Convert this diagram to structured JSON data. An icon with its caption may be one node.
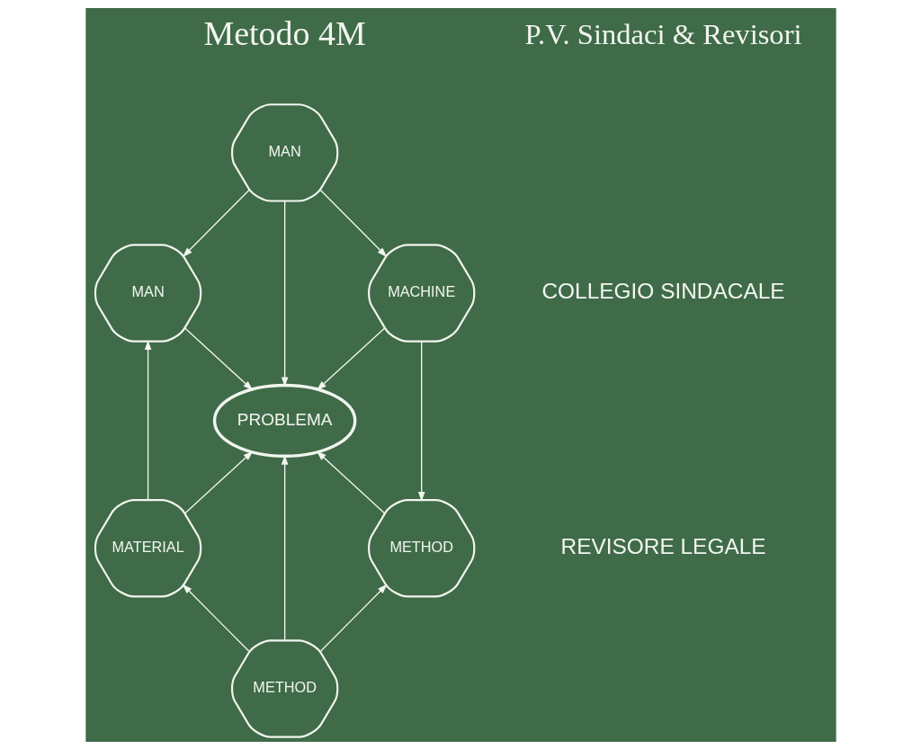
{
  "diagram": {
    "nodes": [
      {
        "text": [
          "MAN"
        ]
      },
      {
        "text": [
          "MAN"
        ]
      },
      {
        "text": [
          "MACHINE"
        ]
      },
      {
        "text": [
          "PROBLEMA"
        ]
      },
      {
        "text": [
          "MATERIAL"
        ]
      },
      {
        "text": [
          "METHOD"
        ]
      },
      {
        "text": [
          "METHOD"
        ]
      }
    ],
    "edges": [
      {
        "from": 0,
        "to": 1,
        "arrow": "to"
      },
      {
        "from": 0,
        "to": 2,
        "arrow": "to"
      },
      {
        "from": 0,
        "to": 3,
        "arrow": "to"
      },
      {
        "from": 1,
        "to": 3,
        "arrow": "to"
      },
      {
        "from": 2,
        "to": 3,
        "arrow": "to"
      },
      {
        "from": 2,
        "to": 5,
        "arrow": "to"
      },
      {
        "from": 4,
        "to": 1,
        "arrow": "to"
      },
      {
        "from": 4,
        "to": 3,
        "arrow": "to"
      },
      {
        "from": 5,
        "to": 3,
        "arrow": "to"
      },
      {
        "from": 6,
        "to": 3,
        "arrow": "to"
      },
      {
        "from": 6,
        "to": 4,
        "arrow": "to"
      },
      {
        "from": 6,
        "to": 5,
        "arrow": "to"
      }
    ],
    "labels": [
      "Metodo 4M",
      "P.V. Sindaci & Revisori",
      "COLLEGIO SINDACALE",
      "REVISORE LEGALE"
    ]
  }
}
